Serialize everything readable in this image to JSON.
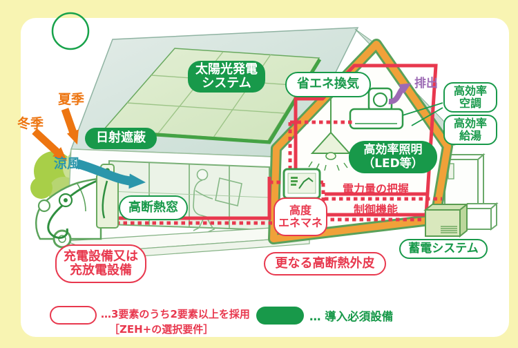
{
  "diagram_title": "ZEH+ house energy equipment diagram",
  "badges": {
    "solar": {
      "line1": "太陽光発電",
      "line2": "システム"
    },
    "shading": {
      "label": "日射遮蔽"
    },
    "lighting": {
      "line1": "高効率照明",
      "line2": "（LED等）"
    },
    "ventilation": {
      "label": "省エネ換気"
    },
    "ac": {
      "line1": "高効率",
      "line2": "空調"
    },
    "hot_water": {
      "line1": "高効率",
      "line2": "給湯"
    },
    "window": {
      "label": "高断熱窓"
    },
    "storage": {
      "label": "蓄電システム"
    },
    "charging": {
      "line1": "充電設備又は",
      "line2": "充放電設備"
    },
    "ems": {
      "line1": "高度",
      "line2": "エネマネ"
    },
    "envelope": {
      "label": "更なる高断熱外皮"
    }
  },
  "labels": {
    "summer": "夏季",
    "winter": "冬季",
    "cool_breeze": "涼風",
    "exhaust": "排出",
    "power_monitoring": "電力量の把握",
    "control": "制御機能"
  },
  "legend": {
    "optional_line1": "…3要素のうち2要素以上を採用",
    "optional_line2": "［ZEH+の選択要件］",
    "required": "… 導入必須設備"
  },
  "colors": {
    "green": "#18994a",
    "red": "#e8384e",
    "orange_arrow": "#ed7511",
    "orange_frame": "#f0a139",
    "teal": "#2b96ab",
    "purple": "#9c6ab4",
    "background_yellow": "#f8f4b2"
  }
}
